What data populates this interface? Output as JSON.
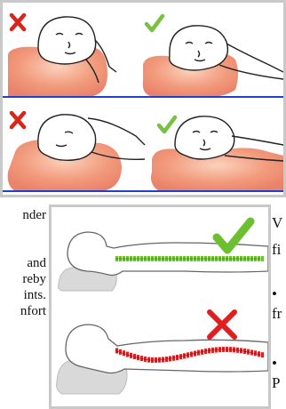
{
  "top_panel": {
    "rows": [
      {
        "left_mark": "cross-icon",
        "right_mark": "check-icon"
      },
      {
        "left_mark": "cross-icon",
        "right_mark": "check-icon"
      }
    ]
  },
  "left_text": {
    "lines": [
      "nder",
      "and",
      "reby",
      "ints.",
      "nfort"
    ]
  },
  "bottom_panel": {
    "rows": [
      {
        "mark": "check-icon",
        "spine_color": "#6cbf2e"
      },
      {
        "mark": "cross-icon",
        "spine_color": "#e02020"
      }
    ]
  },
  "right_text": {
    "lines": [
      "V",
      "fi",
      "•",
      "fr",
      "•",
      "P"
    ]
  },
  "colors": {
    "cross": "#d8261c",
    "check": "#7ac142",
    "pillow": "#f08a6b",
    "mattress_line": "#2440c8",
    "frame": "#c9c9c9"
  }
}
